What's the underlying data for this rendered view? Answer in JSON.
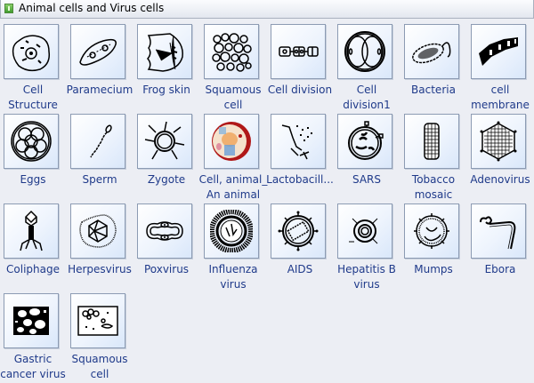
{
  "panel": {
    "title": "Animal cells and Virus cells",
    "icon": "library-icon"
  },
  "items": [
    {
      "label": "Cell\nStructure",
      "icon": "cell-structure-icon"
    },
    {
      "label": "Paramecium",
      "icon": "paramecium-icon"
    },
    {
      "label": "Frog skin",
      "icon": "frog-skin-icon"
    },
    {
      "label": "Squamous\ncell",
      "icon": "squamous-cell-icon"
    },
    {
      "label": "Cell division",
      "icon": "cell-division-icon"
    },
    {
      "label": "Cell\ndivision1",
      "icon": "cell-division1-icon"
    },
    {
      "label": "Bacteria",
      "icon": "bacteria-icon"
    },
    {
      "label": "cell\nmembrane",
      "icon": "cell-membrane-icon"
    },
    {
      "label": "Eggs",
      "icon": "eggs-icon"
    },
    {
      "label": "Sperm",
      "icon": "sperm-icon"
    },
    {
      "label": "Zygote",
      "icon": "zygote-icon"
    },
    {
      "label": "Cell, animal_\nAn animal",
      "icon": "animal-cell-icon"
    },
    {
      "label": "Lactobacill...",
      "icon": "lactobacillus-icon"
    },
    {
      "label": "SARS",
      "icon": "sars-icon"
    },
    {
      "label": "Tobacco\nmosaic",
      "icon": "tobacco-mosaic-icon"
    },
    {
      "label": "Adenovirus",
      "icon": "adenovirus-icon"
    },
    {
      "label": "Coliphage",
      "icon": "coliphage-icon"
    },
    {
      "label": "Herpesvirus",
      "icon": "herpesvirus-icon"
    },
    {
      "label": "Poxvirus",
      "icon": "poxvirus-icon"
    },
    {
      "label": "Influenza\nvirus",
      "icon": "influenza-virus-icon"
    },
    {
      "label": "AIDS",
      "icon": "aids-icon"
    },
    {
      "label": "Hepatitis B\nvirus",
      "icon": "hepatitis-b-virus-icon"
    },
    {
      "label": "Mumps",
      "icon": "mumps-icon"
    },
    {
      "label": "Ebora",
      "icon": "ebora-icon"
    },
    {
      "label": "Gastric\ncancer virus",
      "icon": "gastric-cancer-virus-icon"
    },
    {
      "label": "Squamous\ncell",
      "icon": "squamous-cell-2-icon"
    }
  ],
  "colors": {
    "background": "#eceef4",
    "label": "#1f3a8a",
    "tile_border": "#8c9bb3"
  }
}
